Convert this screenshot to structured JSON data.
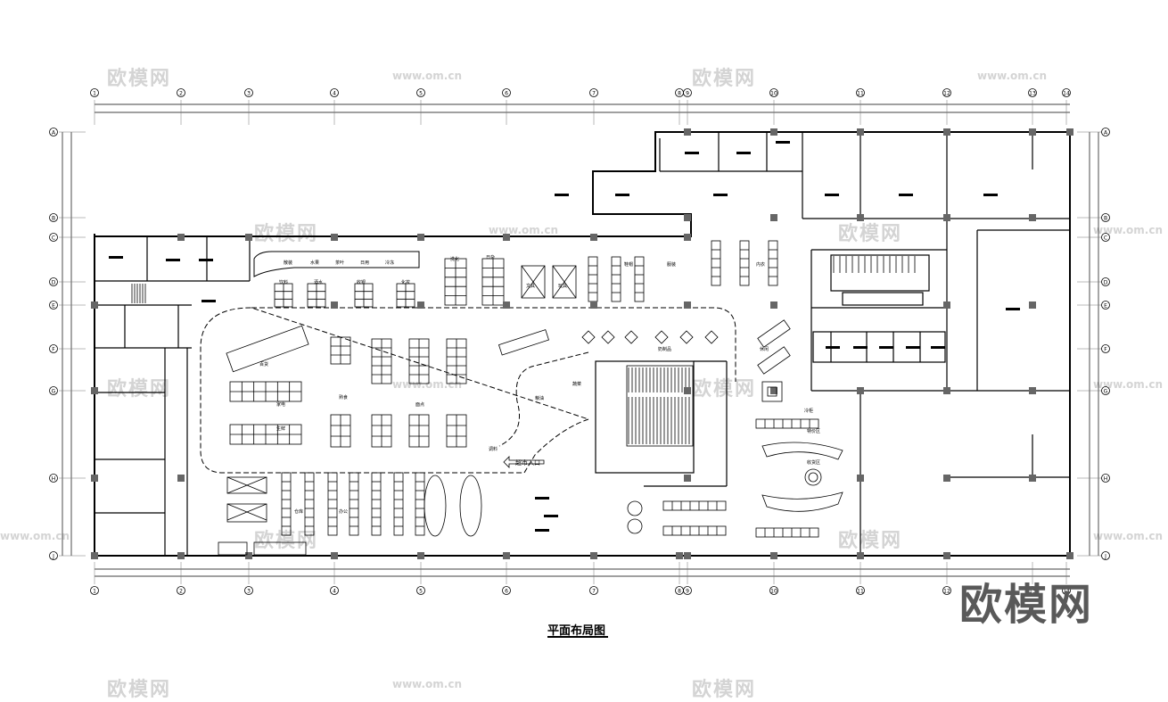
{
  "drawing": {
    "title": "平面布局图",
    "brand_mark": "欧模网",
    "watermark_text": "欧模网",
    "watermark_url": "www.om.cn",
    "column_axes": [
      "1",
      "2",
      "3",
      "4",
      "5",
      "6",
      "7",
      "8",
      "9",
      "10",
      "11",
      "12",
      "13",
      "14"
    ],
    "row_axes": [
      "A",
      "B",
      "C",
      "D",
      "E",
      "F",
      "G",
      "H",
      "J"
    ],
    "entrance_label": "超市入口",
    "rooms": [
      "散装",
      "水果",
      "茶叶",
      "日用",
      "冷冻",
      "洗化",
      "日杂",
      "饮料",
      "酒水",
      "收银",
      "化妆",
      "文具",
      "玩具",
      "鞋帽",
      "服装",
      "内衣",
      "百货",
      "家电",
      "生鲜",
      "熟食",
      "面点",
      "粮油",
      "蔬菜",
      "调料",
      "奶制品",
      "休闲",
      "冷柜",
      "特价区",
      "收货区",
      "仓库",
      "办公"
    ]
  }
}
